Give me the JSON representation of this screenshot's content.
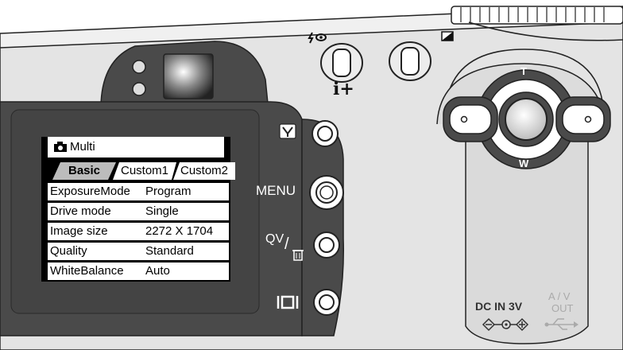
{
  "lcd": {
    "title": "Multi",
    "tabs": [
      "Basic",
      "Custom1",
      "Custom2"
    ],
    "rows": [
      {
        "key": "ExposureMode",
        "value": "Program"
      },
      {
        "key": "Drive mode",
        "value": "Single"
      },
      {
        "key": "Image size",
        "value": "2272 X 1704"
      },
      {
        "key": "Quality",
        "value": "Standard"
      },
      {
        "key": "WhiteBalance",
        "value": "Auto"
      }
    ]
  },
  "buttons": {
    "menu_label": "MENU",
    "qv_label": "QV",
    "info_label": "i+"
  },
  "zoom": {
    "tele": "T",
    "wide": "W"
  },
  "ports": {
    "dcin": "DC IN 3V",
    "av_top": "A / V",
    "av_bottom": "OUT"
  },
  "colors": {
    "body_dark": "#4a4a4a",
    "body_light": "#e4e4e4",
    "lcd_bg": "#000000"
  }
}
